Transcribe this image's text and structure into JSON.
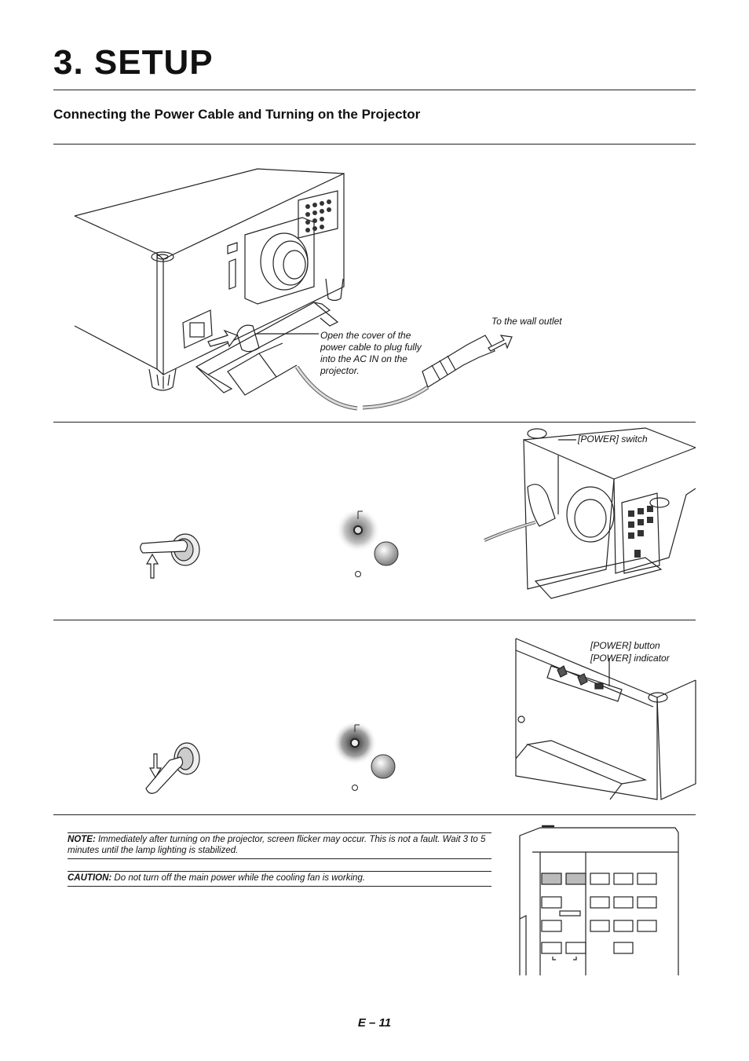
{
  "header": {
    "title": "3. SETUP",
    "subtitle": "Connecting the Power Cable and Turning on the Projector"
  },
  "figure1": {
    "wall_outlet_label": "To the wall outlet",
    "cover_instruction": "Open the cover of the power cable to plug fully into the AC IN on the projector."
  },
  "figure2": {
    "power_switch_label": "[POWER] switch"
  },
  "figure3": {
    "power_button_label": "[POWER] button",
    "power_indicator_label": "[POWER] indicator"
  },
  "notes": {
    "note_label": "NOTE:",
    "note_text": "Immediately after turning on the projector, screen flicker may occur. This is not a fault. Wait 3 to 5 minutes until the lamp lighting is stabilized.",
    "caution_label": "CAUTION:",
    "caution_text": "Do not turn off the main power while the cooling fan is working."
  },
  "footer": {
    "page_number": "E – 11"
  }
}
